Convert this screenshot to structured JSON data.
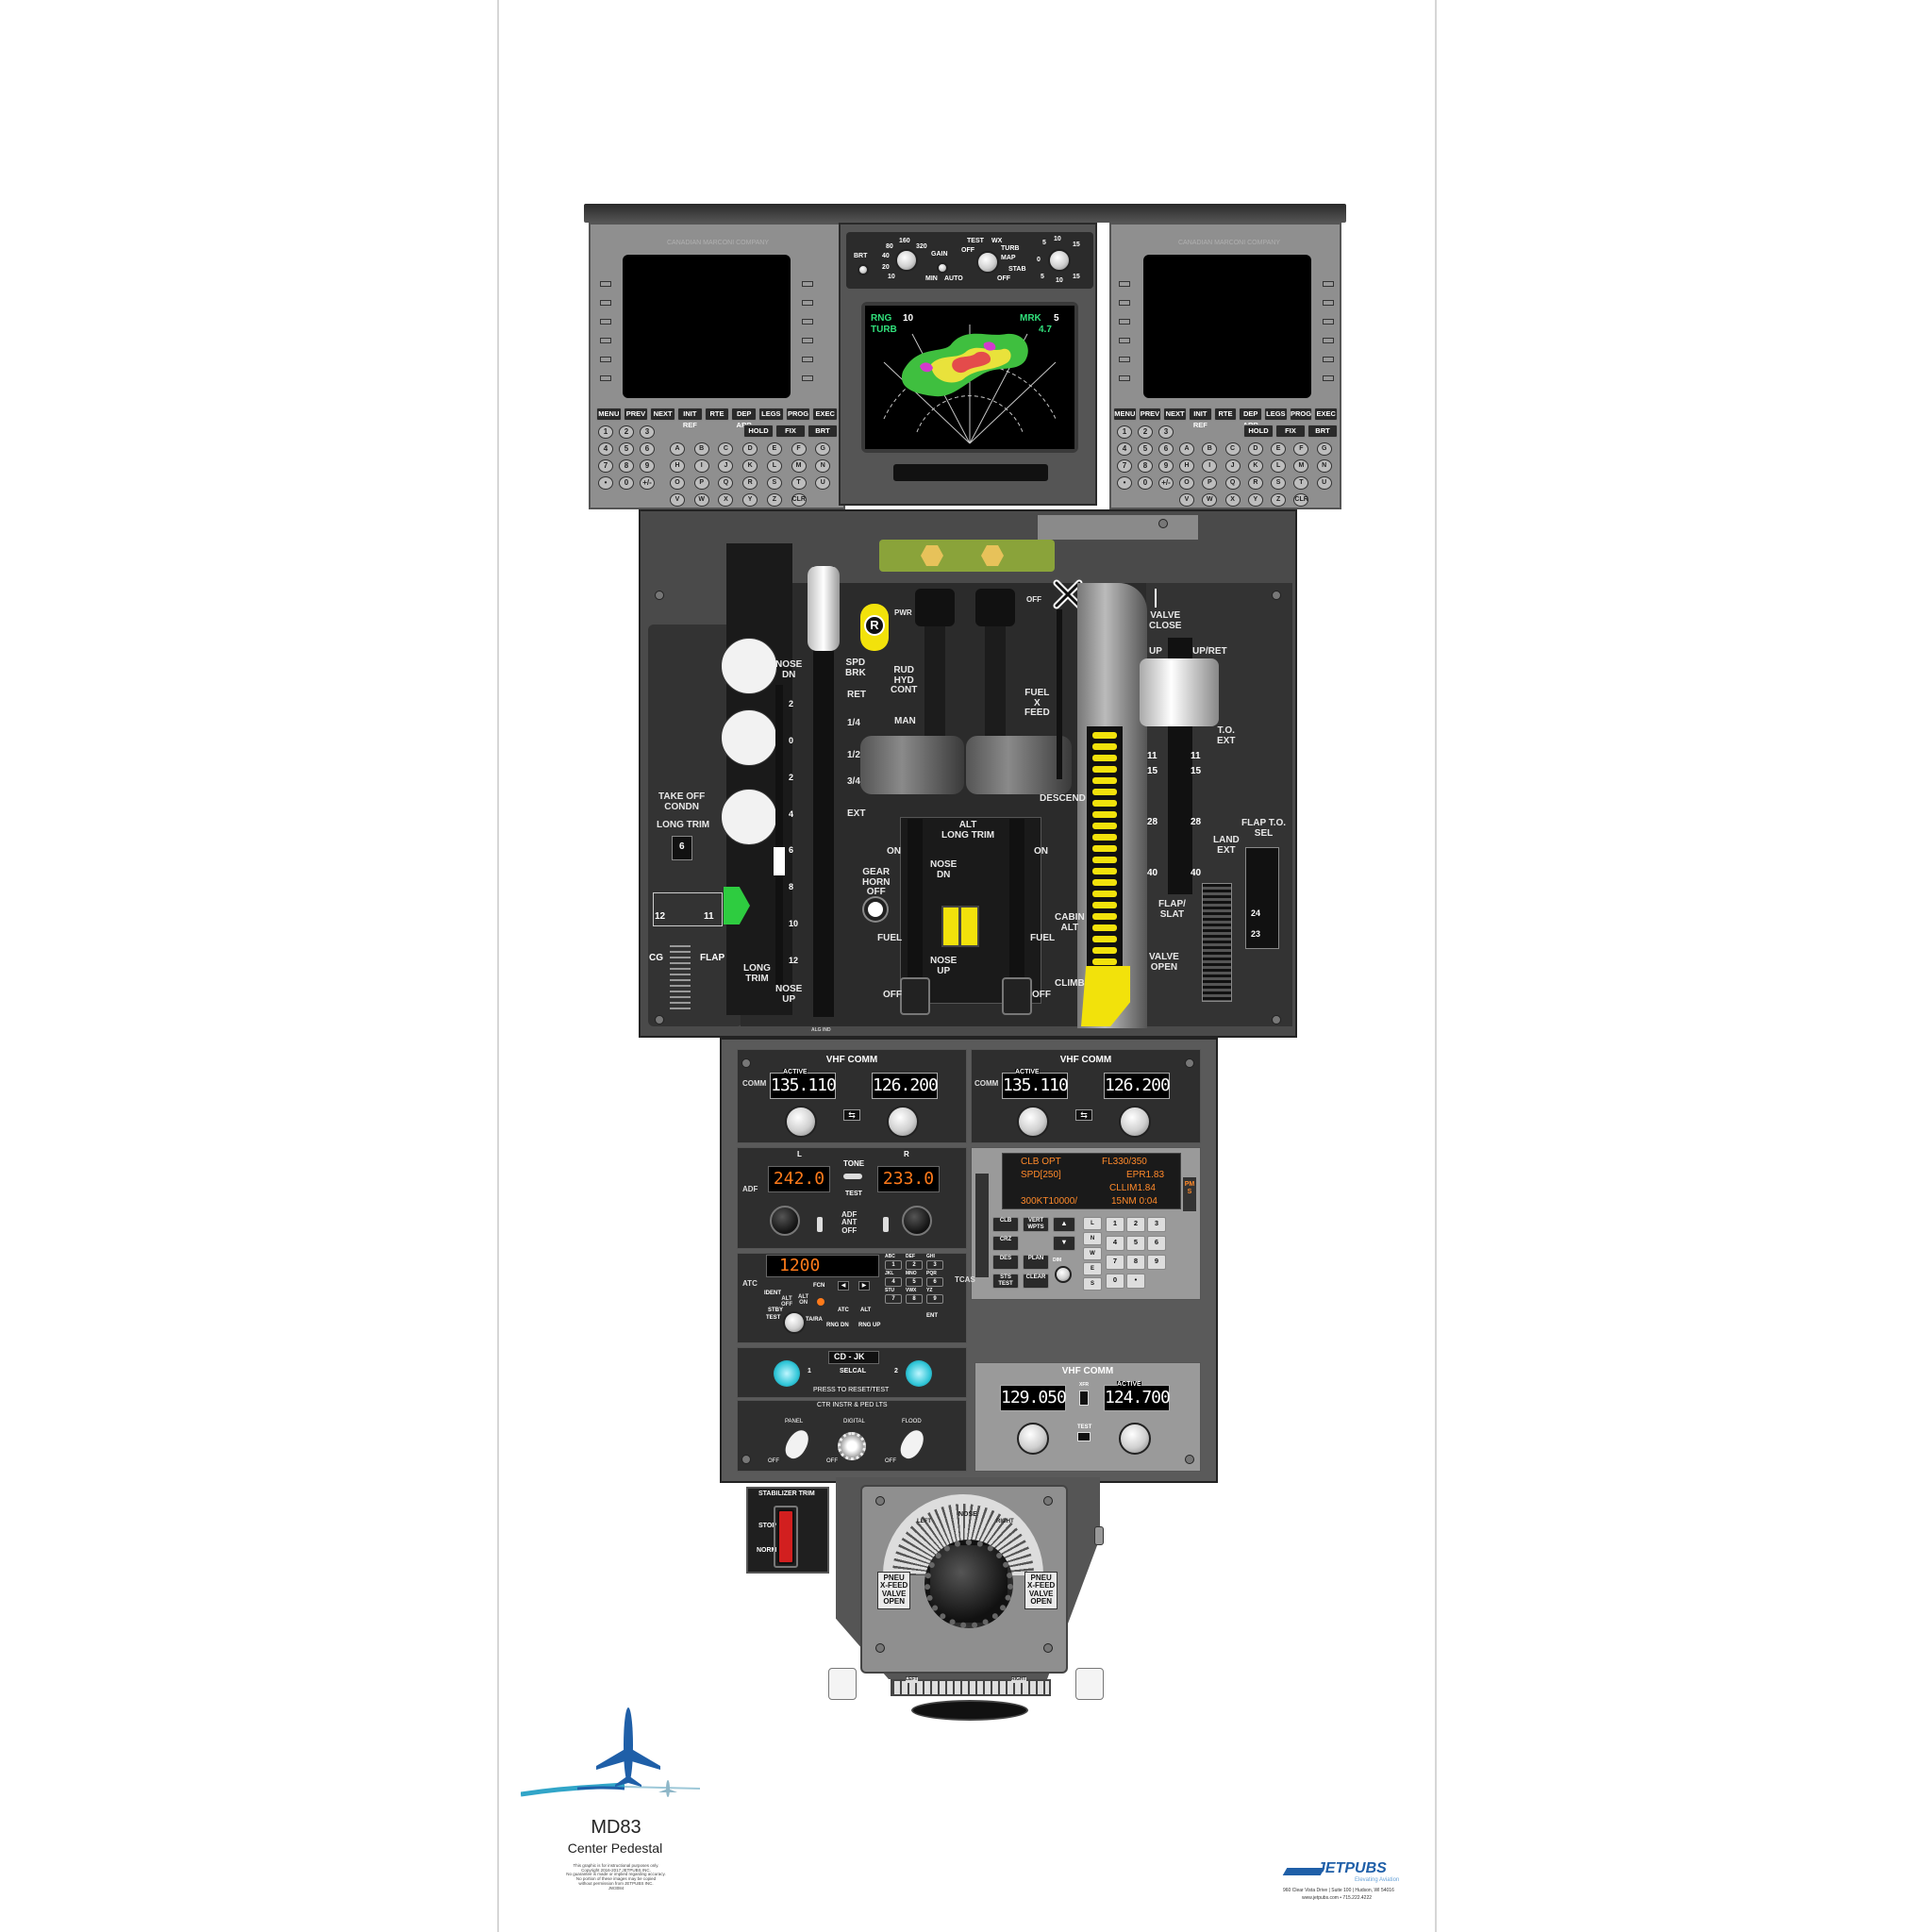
{
  "footer": {
    "model": "MD83",
    "subtitle": "Center Pedestal",
    "notice": "This graphic is for instructional purposes only.\nCopyright 2016-2017 JETPUBS INC.\nNo guarantee is made or implied regarding accuracy.\nNo portion of these images may be copied\nwithout permission from JETPUBS INC.\nJW3084",
    "brand": "JETPUBS",
    "brand_tagline": "Elevating Aviation",
    "brand_address": "960 Clear Vista Drive | Suite 100 | Hudson, WI 54016",
    "brand_contact": "www.jetpubs.com • 715.222.4222"
  },
  "mcdu": {
    "manufacturer": "CANADIAN MARCONI COMPANY",
    "function_keys": [
      "MENU",
      "PREV",
      "NEXT",
      "INIT REF",
      "RTE",
      "DEP ARR",
      "LEGS",
      "PROG",
      "EXEC"
    ],
    "row2_keys": [
      "HOLD",
      "FIX",
      "BRT"
    ],
    "numeric_keys": [
      "1",
      "2",
      "3",
      "4",
      "5",
      "6",
      "7",
      "8",
      "9",
      "•",
      "0",
      "+/-"
    ],
    "alpha_keys": [
      "A",
      "B",
      "C",
      "D",
      "E",
      "F",
      "G",
      "H",
      "I",
      "J",
      "K",
      "L",
      "M",
      "N",
      "O",
      "P",
      "Q",
      "R",
      "S",
      "T",
      "U",
      "V",
      "W",
      "X",
      "Y",
      "Z",
      "CLR"
    ]
  },
  "radar_control": {
    "brt": "BRT",
    "gain": "GAIN",
    "gain_min": "MIN",
    "gain_auto": "AUTO",
    "range_marks": [
      "40",
      "80",
      "160",
      "320",
      "20",
      "10"
    ],
    "mode": [
      "TEST",
      "OFF",
      "WX",
      "TURB",
      "MAP"
    ],
    "stab": "STAB",
    "stab_off": "OFF",
    "tilt_marks": [
      "5",
      "10",
      "15",
      "0",
      "5",
      "10",
      "15"
    ]
  },
  "radar_display": {
    "rng_label": "RNG",
    "rng_value": "10",
    "mrk_label": "MRK",
    "mrk_value": "5",
    "turb_label": "TURB",
    "tilt_value": "4.7"
  },
  "throttle_quadrant": {
    "spd_brk": "SPD\nBRK",
    "ret": "RET",
    "q14": "1/4",
    "q12": "1/2",
    "q34": "3/4",
    "ext": "EXT",
    "nose_dn": "NOSE\nDN",
    "nose_up": "NOSE\nUP",
    "long_trim": "LONG\nTRIM",
    "take_off_condn": "TAKE OFF\nCONDN",
    "long_trim_left": "LONG TRIM",
    "long_trim_value": "6",
    "cg": "CG",
    "flap": "FLAP",
    "cg_left": "12",
    "cg_right": "11",
    "trim_scale": [
      "2",
      "0",
      "2",
      "4",
      "6",
      "8",
      "10",
      "12"
    ],
    "pwr": "PWR",
    "r_button": "R",
    "rud_hyd_cont": "RUD\nHYD\nCONT",
    "man": "MAN",
    "off": "OFF",
    "fuel_x_feed": "FUEL\nX\nFEED",
    "descend": "DESCEND",
    "alt_long_trim": "ALT\nLONG TRIM",
    "on_left": "ON",
    "on_right": "ON",
    "gear_horn_off": "GEAR\nHORN\nOFF",
    "nose_dn_alt": "NOSE\nDN",
    "nose_up_alt": "NOSE\nUP",
    "fuel_left": "FUEL",
    "fuel_right": "FUEL",
    "cabin_alt": "CABIN\nALT",
    "climb": "CLIMB",
    "off_left": "OFF",
    "off_right": "OFF",
    "valve_close": "VALVE\nCLOSE",
    "valve_open": "VALVE\nOPEN",
    "up": "UP",
    "up_ret": "UP/RET",
    "to_ext": "T.O.\nEXT",
    "land_ext": "LAND\nEXT",
    "flap_slat": "FLAP/\nSLAT",
    "flap_to_sel": "FLAP T.O.\nSEL",
    "flap_marks_left": [
      "11",
      "15",
      "28",
      "40"
    ],
    "flap_marks_right": [
      "11",
      "15",
      "28",
      "40"
    ],
    "flap_sel_marks": [
      "24",
      "23"
    ],
    "alt_ind": "ALG IND"
  },
  "vhf_comm_1": {
    "title": "VHF COMM",
    "side": "COMM",
    "active_label": "ACTIVE",
    "active": "135.110",
    "standby": "126.200"
  },
  "vhf_comm_2": {
    "title": "VHF COMM",
    "side": "COMM",
    "active_label": "ACTIVE",
    "active": "135.110",
    "standby": "126.200"
  },
  "adf": {
    "side": "ADF",
    "l": "L",
    "r": "R",
    "tone": "TONE",
    "test": "TEST",
    "freq_l": "242.0",
    "freq_r": "233.0",
    "modes": "ADF\nANT\nOFF"
  },
  "fms_panel": {
    "line1_left": "CLB OPT",
    "line1_right": "FL330/350",
    "line2_left": "SPD[250]",
    "line2_right": "EPR1.83",
    "line3_right": "CLLIM1.84",
    "line4_left": "300KT10000/",
    "line4_right": "15NM 0:04",
    "left_keys": [
      "CLB",
      "CRZ",
      "DES",
      "STS TEST"
    ],
    "mid_keys": [
      "VERT WPTS",
      "PLAN",
      "CLEAR"
    ],
    "side_left": "CLB CRZ DES",
    "side_right": "PMS",
    "digits": [
      "1",
      "2",
      "3",
      "4",
      "5",
      "6",
      "7",
      "8",
      "9",
      "0",
      "•"
    ],
    "letters": [
      "L",
      "N",
      "W",
      "E",
      "S"
    ],
    "dim": "DIM"
  },
  "atc": {
    "side": "ATC",
    "side_right": "TCAS",
    "code": "1200",
    "labels": [
      "ABC",
      "DEF",
      "GHI",
      "JKL",
      "MNO",
      "PQR",
      "STU",
      "VWX",
      "YZ"
    ],
    "ident": "IDENT",
    "alt_off": "ALT\nOFF",
    "alt_on": "ALT\nON",
    "stby": "STBY",
    "test": "TEST",
    "ta_ra": "TA/RA",
    "fcn": "FCN",
    "atc_btn": "ATC",
    "alt_btn": "ALT",
    "rng_dn": "RNG DN",
    "rng_up": "RNG UP",
    "ent": "ENT"
  },
  "selcal": {
    "code": "CD - JK",
    "label": "SELCAL",
    "one": "1",
    "two": "2",
    "press": "PRESS TO RESET/TEST"
  },
  "lights": {
    "title": "CTR INSTR & PED LTS",
    "panel": "PANEL",
    "digital": "DIGITAL",
    "flood": "FLOOD",
    "off": "OFF"
  },
  "vhf_comm_3": {
    "title": "VHF COMM",
    "active_label": "ACTIVE",
    "standby": "129.050",
    "active": "124.700",
    "xfr": "XFR",
    "test": "TEST"
  },
  "stab_trim": {
    "title": "STABILIZER TRIM",
    "stop": "STOP",
    "norm": "NORM"
  },
  "rudder_trim": {
    "nose_left": "LEFT",
    "nose": "NOSE",
    "nose_right": "RIGHT",
    "pneu_left": "PNEU\nX-FEED\nVALVE\nOPEN",
    "pneu_right": "PNEU\nX-FEED\nVALVE\nOPEN",
    "scale_left": "LEFT",
    "scale_right": "RIGHT"
  },
  "colors": {
    "panel": "#3a3a3a",
    "panel_light": "#8e8e8e",
    "accent_yellow": "#f2e20b",
    "accent_green": "#2ecc40",
    "accent_red": "#d21f1f",
    "cyan": "#31c6d8",
    "brand_blue": "#1f5fa8"
  }
}
